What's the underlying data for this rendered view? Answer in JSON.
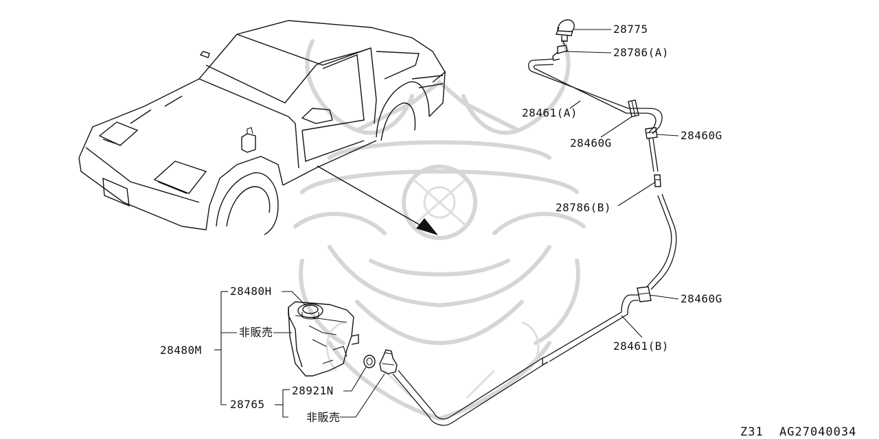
{
  "parts": {
    "p28775": "28775",
    "p28786a": "28786(A)",
    "p28461a": "28461(A)",
    "p28460g_1": "28460G",
    "p28460g_2": "28460G",
    "p28786b": "28786(B)",
    "p28460g_3": "28460G",
    "p28461b": "28461(B)",
    "p28480h": "28480H",
    "not_for_sale_1": "非販売",
    "p28480m": "28480M",
    "p28921n": "28921N",
    "p28765": "28765",
    "not_for_sale_2": "非販売"
  },
  "footer": {
    "model": "Z31",
    "diagram_code": "AG27040034"
  },
  "colors": {
    "line": "#111111",
    "watermark": "#d6d6d6",
    "background": "#ffffff"
  }
}
